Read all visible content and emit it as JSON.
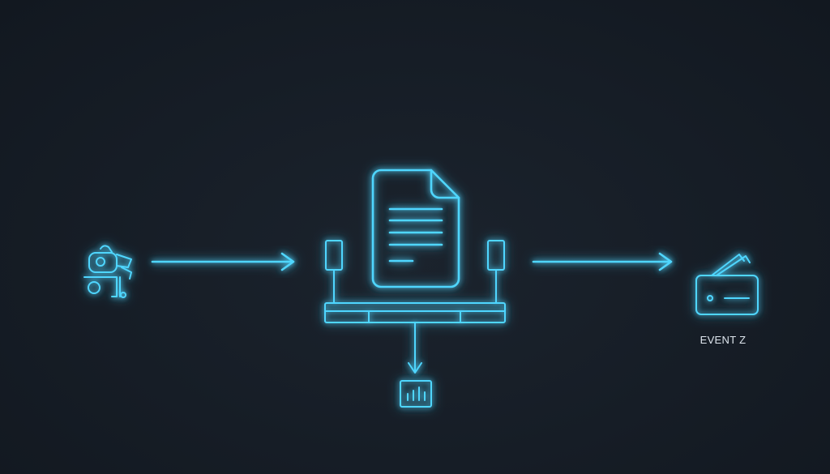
{
  "diagram": {
    "accent_color": "#4fd6ff",
    "background_color": "#161d26",
    "nodes": {
      "source": {
        "icon": "robot-icon"
      },
      "center": {
        "icon": "document-icon"
      },
      "bottom": {
        "icon": "bar-chart-icon"
      },
      "target": {
        "icon": "wallet-icon",
        "label": "EVENT Z"
      }
    },
    "edges": [
      {
        "from": "source",
        "to": "center"
      },
      {
        "from": "center",
        "to": "target"
      },
      {
        "from": "center",
        "to": "bottom"
      }
    ]
  }
}
